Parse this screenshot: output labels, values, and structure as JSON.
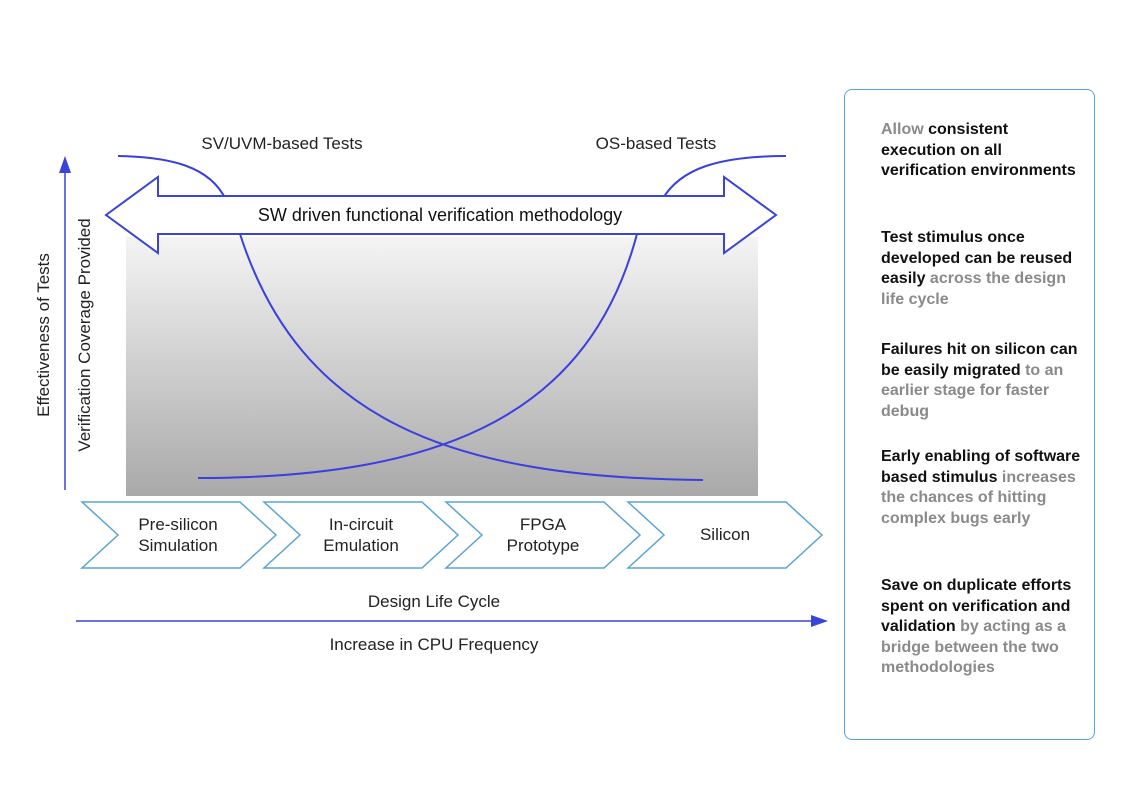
{
  "diagram": {
    "y_axis_labels": [
      "Effectiveness of Tests",
      "Verification Coverage Provided"
    ],
    "curve_labels": {
      "left": "SV/UVM-based Tests",
      "right": "OS-based Tests"
    },
    "arrow_label": "SW driven functional verification methodology",
    "stages": [
      {
        "line1": "Pre-silicon",
        "line2": "Simulation"
      },
      {
        "line1": "In-circuit",
        "line2": "Emulation"
      },
      {
        "line1": "FPGA",
        "line2": "Prototype"
      },
      {
        "line1": "Silicon",
        "line2": ""
      }
    ],
    "x_axis_top_label": "Design Life Cycle",
    "x_axis_bottom_label": "Increase in CPU Frequency",
    "colors": {
      "curve": "#3a3fe0",
      "axis": "#3a44d8",
      "stage_border": "#5aa3d6",
      "panel_border": "#5aa3d6"
    }
  },
  "side_panel": {
    "items": [
      {
        "muted_prefix": "Allow ",
        "bold": "consistent execution on all verification environments",
        "muted_suffix": ""
      },
      {
        "muted_prefix": "",
        "bold": "Test stimulus once developed can be reused easily",
        "muted_suffix": " across the design life cycle"
      },
      {
        "muted_prefix": "",
        "bold": "Failures hit on silicon can be easily migrated",
        "muted_suffix": " to an earlier stage for faster debug"
      },
      {
        "muted_prefix": "",
        "bold": "Early enabling of software based stimulus",
        "muted_suffix": " increases the chances of hitting complex bugs early"
      },
      {
        "muted_prefix": "",
        "bold": "Save on duplicate efforts spent on verification and validation",
        "muted_suffix": " by acting as a bridge between the two methodologies"
      }
    ]
  }
}
